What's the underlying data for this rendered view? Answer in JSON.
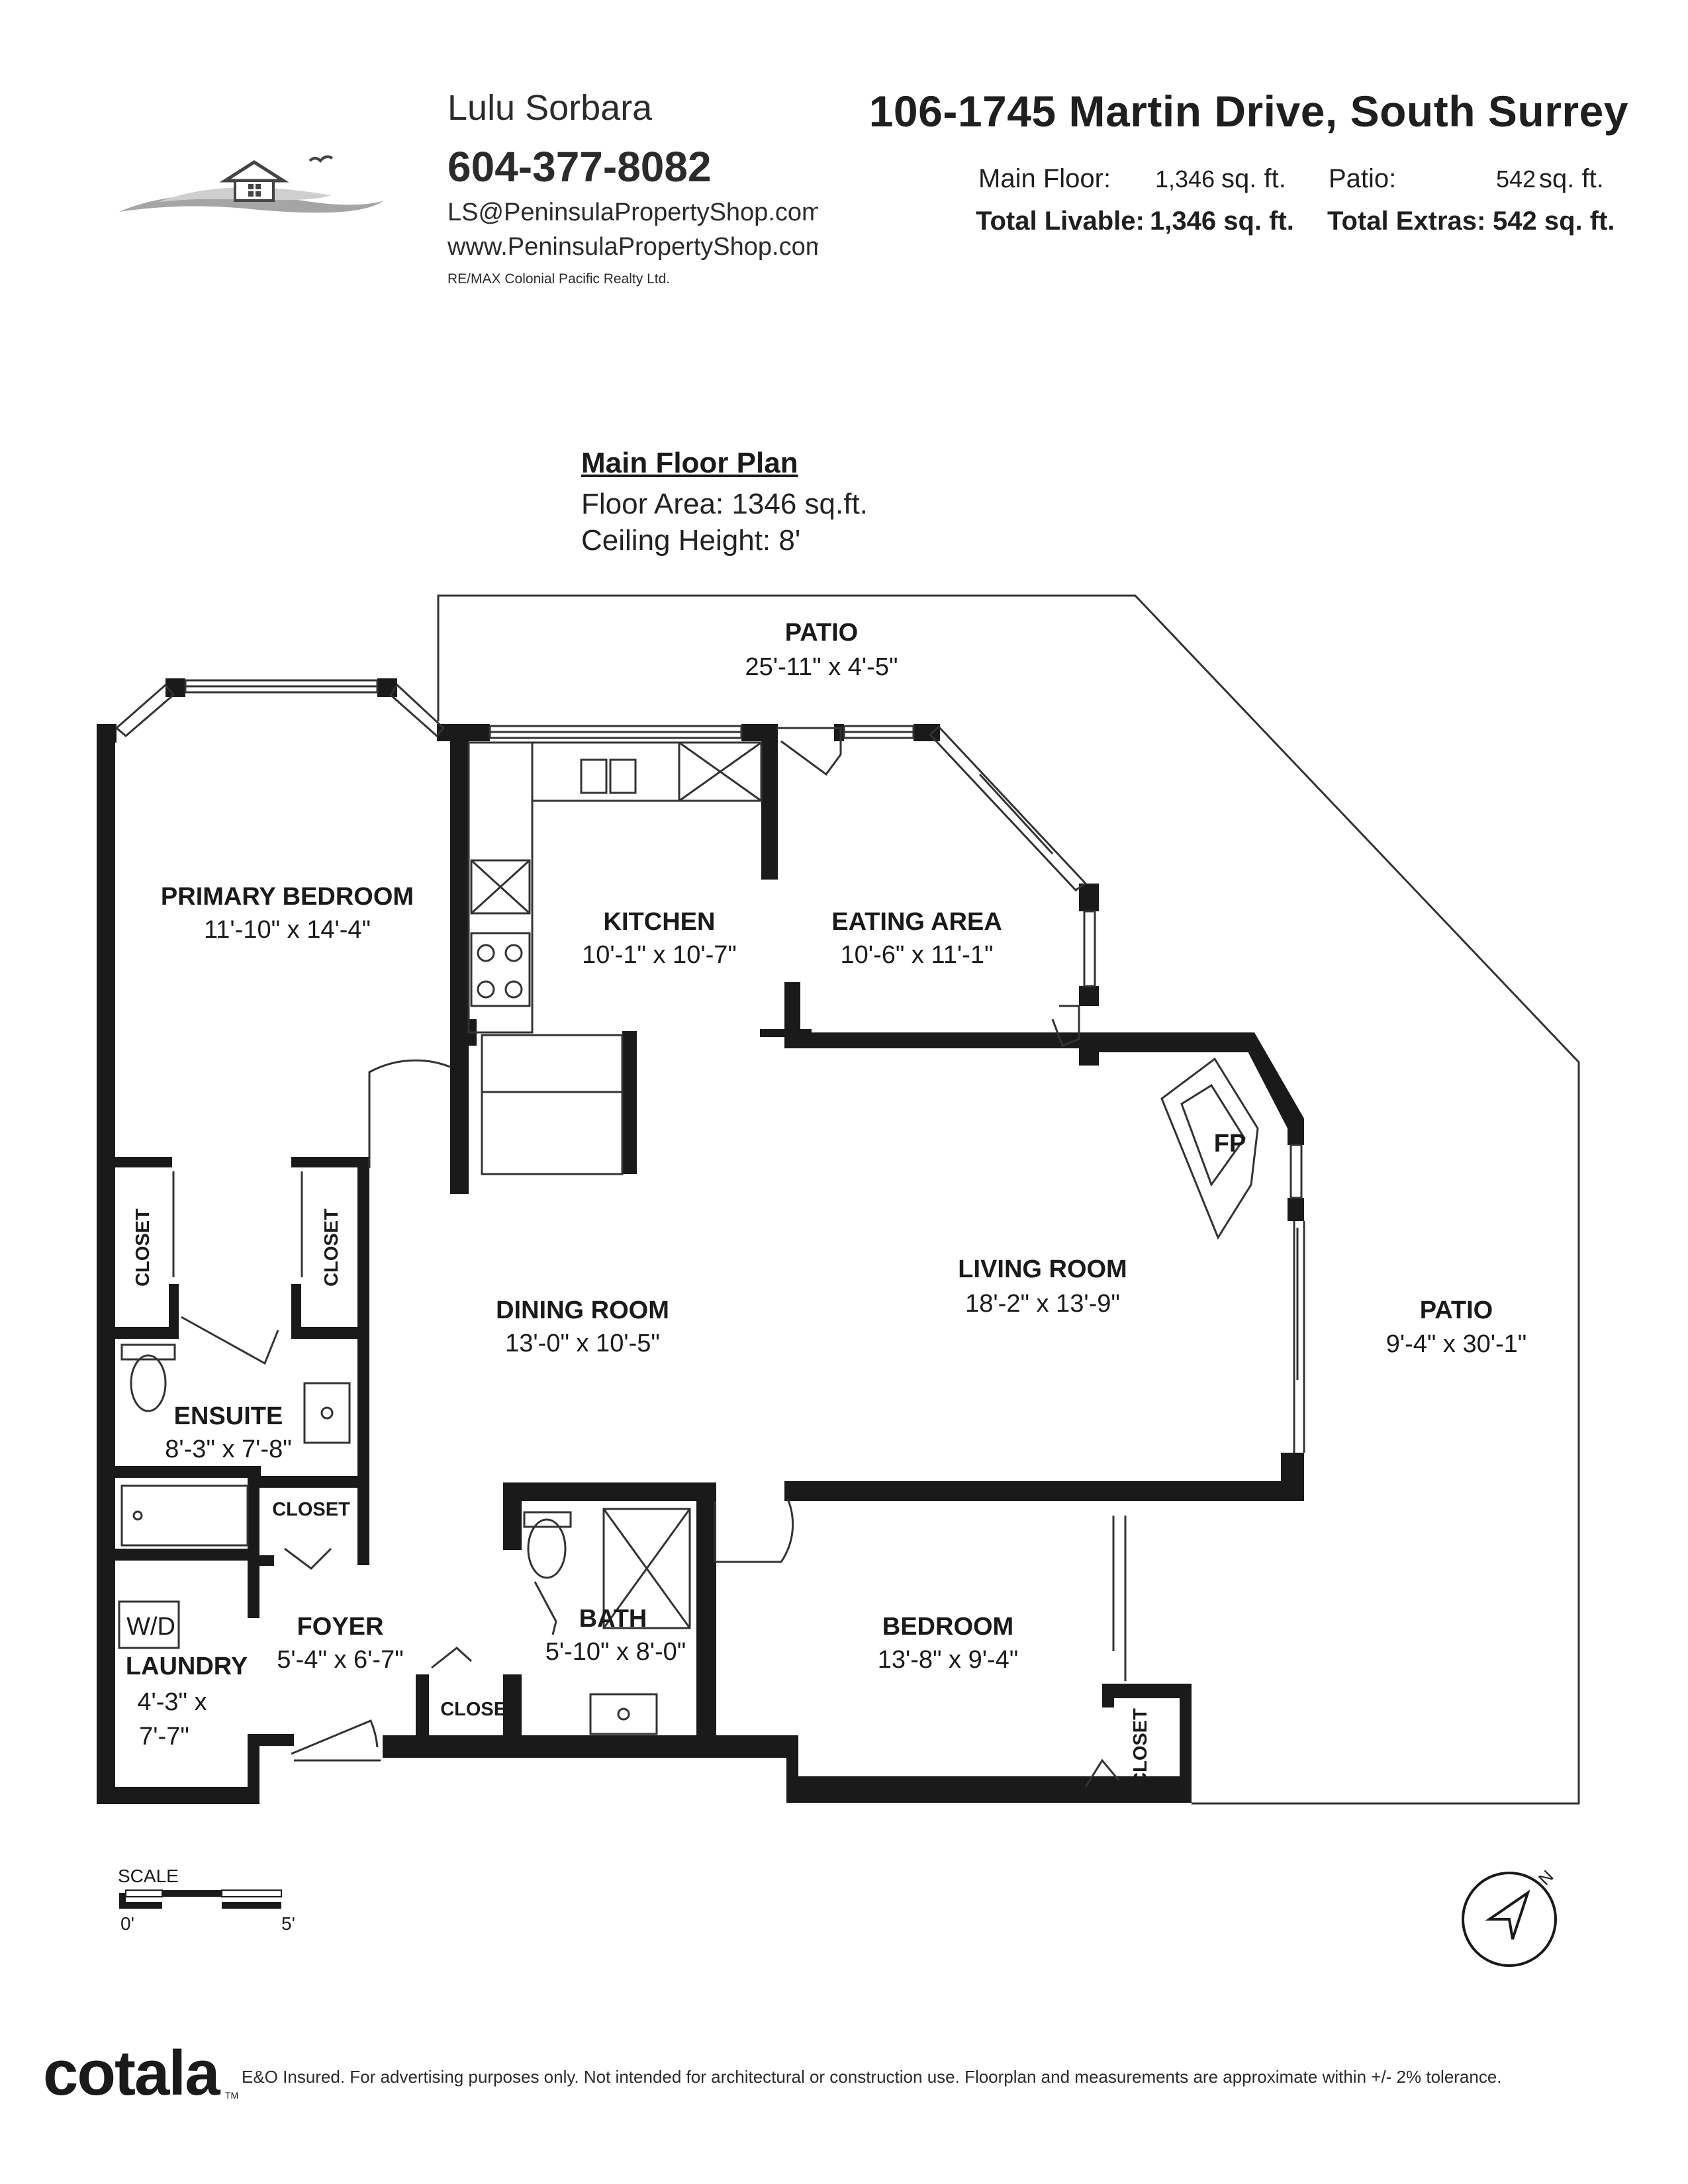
{
  "agent": {
    "name": "Lulu Sorbara",
    "phone": "604-377-8082",
    "email": "LS@PeninsulaPropertyShop.com",
    "website": "www.PeninsulaPropertyShop.com",
    "brokerage": "RE/MAX Colonial Pacific Realty Ltd."
  },
  "listing": {
    "address": "106-1745 Martin Drive, South Surrey",
    "main_floor_label": "Main Floor:",
    "main_floor_value": "1,346",
    "unit": "sq. ft.",
    "patio_label": "Patio:",
    "patio_value": "542",
    "total_livable_label": "Total Livable:",
    "total_livable_value": "1,346 sq. ft.",
    "total_extras_label": "Total Extras:",
    "total_extras_value": "542 sq. ft."
  },
  "plan": {
    "title": "Main Floor Plan",
    "floor_area": "Floor Area: 1346 sq.ft.",
    "ceiling_height": "Ceiling Height: 8'"
  },
  "rooms": {
    "patio_top": {
      "name": "PATIO",
      "dims": "25'-11\" x 4'-5\""
    },
    "primary_bedroom": {
      "name": "PRIMARY BEDROOM",
      "dims": "11'-10\" x 14'-4\""
    },
    "kitchen": {
      "name": "KITCHEN",
      "dims": "10'-1\" x 10'-7\""
    },
    "eating_area": {
      "name": "EATING AREA",
      "dims": "10'-6\" x 11'-1\""
    },
    "fireplace": "FP",
    "living_room": {
      "name": "LIVING ROOM",
      "dims": "18'-2\" x 13'-9\""
    },
    "patio_right": {
      "name": "PATIO",
      "dims": "9'-4\" x 30'-1\""
    },
    "dining_room": {
      "name": "DINING ROOM",
      "dims": "13'-0\" x 10'-5\""
    },
    "ensuite": {
      "name": "ENSUITE",
      "dims": "8'-3\" x 7'-8\""
    },
    "closet": "CLOSET",
    "laundry": {
      "name": "LAUNDRY",
      "dims_1": "4'-3\" x",
      "dims_2": "7'-7\"",
      "wd": "W/D"
    },
    "foyer": {
      "name": "FOYER",
      "dims": "5'-4\" x 6'-7\""
    },
    "bath": {
      "name": "BATH",
      "dims": "5'-10\" x 8'-0\""
    },
    "bedroom": {
      "name": "BEDROOM",
      "dims": "13'-8\" x 9'-4\""
    }
  },
  "scale": {
    "label": "SCALE",
    "start": "0'",
    "end": "5'"
  },
  "compass": {
    "north": "N"
  },
  "footer": {
    "logo": "cotala",
    "tm": "TM",
    "disclaimer": "E&O Insured. For advertising purposes only. Not intended for architectural or construction use. Floorplan and measurements are approximate within +/- 2% tolerance."
  }
}
